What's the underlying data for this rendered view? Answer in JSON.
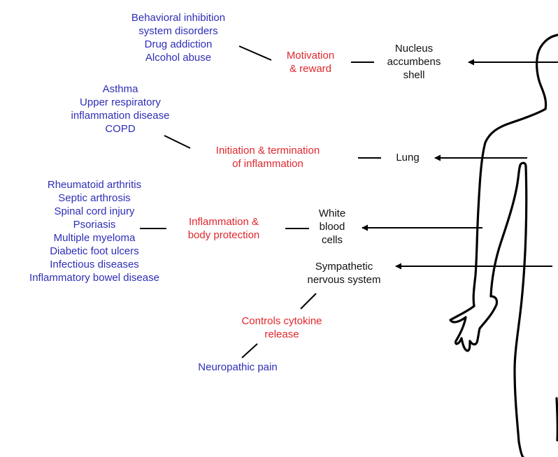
{
  "colors": {
    "disease": "#2e2eb8",
    "function": "#e0272d",
    "organ": "#111111",
    "connector": "#000000"
  },
  "rows": {
    "nucleus": {
      "diseases": [
        "Behavioral inhibition",
        "system disorders",
        "Drug addiction",
        "Alcohol abuse"
      ],
      "function": [
        "Motivation",
        "& reward"
      ],
      "organ": [
        "Nucleus",
        "accumbens",
        "shell"
      ]
    },
    "lung": {
      "diseases": [
        "Asthma",
        "Upper respiratory",
        "inflammation disease",
        "COPD"
      ],
      "function": [
        "Initiation & termination",
        "of inflammation"
      ],
      "organ": [
        "Lung"
      ]
    },
    "wbc": {
      "diseases": [
        "Rheumatoid arthritis",
        "Septic arthrosis",
        "Spinal cord injury",
        "Psoriasis",
        "Multiple myeloma",
        "Diabetic foot ulcers",
        "Infectious diseases",
        "Inflammatory bowel disease"
      ],
      "function": [
        "Inflammation &",
        "body protection"
      ],
      "organ": [
        "White",
        "blood",
        "cells"
      ]
    },
    "sns": {
      "organ": [
        "Sympathetic",
        "nervous system"
      ],
      "function": [
        "Controls cytokine",
        "release"
      ],
      "diseases": [
        "Neuropathic pain"
      ]
    }
  }
}
